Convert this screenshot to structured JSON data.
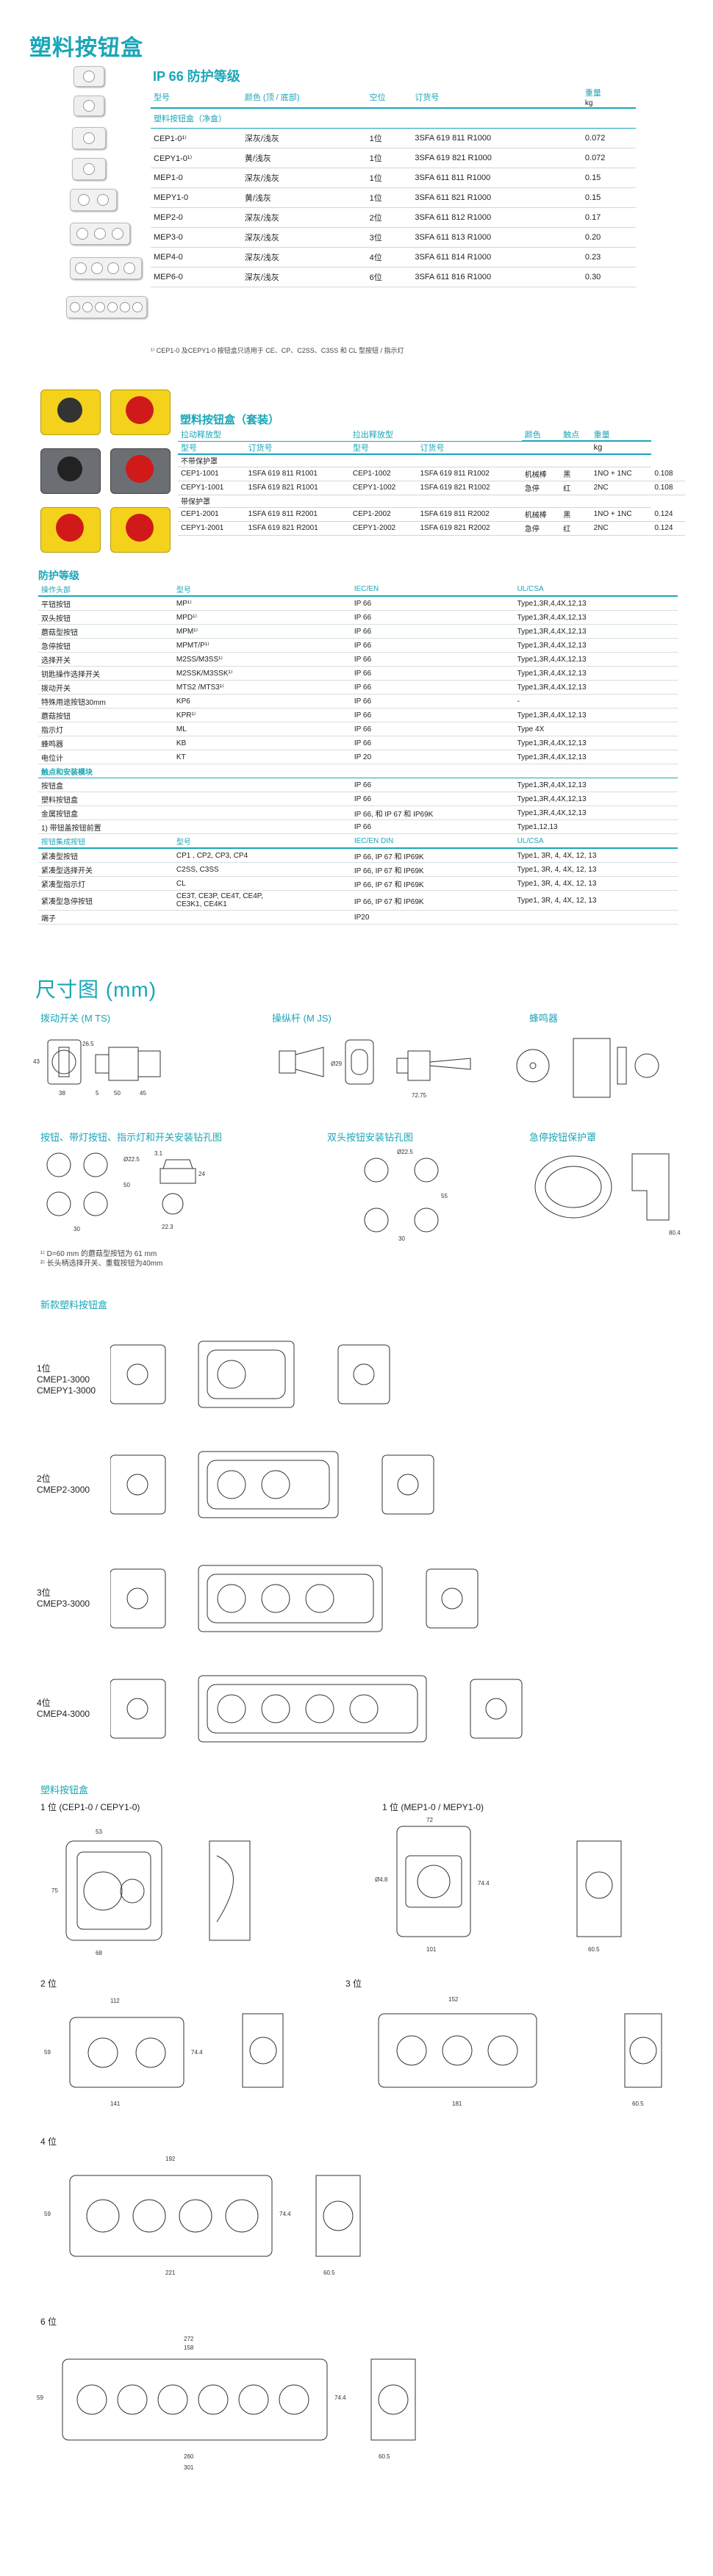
{
  "page_title": "塑料按钮盒",
  "ip66": {
    "heading": "IP 66 防护等级",
    "columns": [
      "型号",
      "颜色 (顶 / 底部)",
      "空位",
      "订货号",
      "重量"
    ],
    "weight_unit": "kg",
    "section": "塑料按钮盒（净盒）",
    "rows": [
      {
        "model": "CEP1-0¹⁾",
        "color": "深灰/浅灰",
        "pos": "1位",
        "order": "3SFA 619 811 R1000",
        "weight": "0.072"
      },
      {
        "model": "CEPY1-0¹⁾",
        "color": "黄/浅灰",
        "pos": "1位",
        "order": "3SFA 619 821 R1000",
        "weight": "0.072"
      },
      {
        "model": "MEP1-0",
        "color": "深灰/浅灰",
        "pos": "1位",
        "order": "3SFA 611 811 R1000",
        "weight": "0.15"
      },
      {
        "model": "MEPY1-0",
        "color": "黄/浅灰",
        "pos": "1位",
        "order": "3SFA 611 821 R1000",
        "weight": "0.15"
      },
      {
        "model": "MEP2-0",
        "color": "深灰/浅灰",
        "pos": "2位",
        "order": "3SFA 611 812 R1000",
        "weight": "0.17"
      },
      {
        "model": "MEP3-0",
        "color": "深灰/浅灰",
        "pos": "3位",
        "order": "3SFA 611 813 R1000",
        "weight": "0.20"
      },
      {
        "model": "MEP4-0",
        "color": "深灰/浅灰",
        "pos": "4位",
        "order": "3SFA 611 814 R1000",
        "weight": "0.23"
      },
      {
        "model": "MEP6-0",
        "color": "深灰/浅灰",
        "pos": "6位",
        "order": "3SFA 611 816 R1000",
        "weight": "0.30"
      }
    ],
    "footnote": "¹⁾ CEP1-0 及CEPY1-0 按钮盒只适用于 CE、CP、C2SS、C3SS 和 CL 型按钮 / 指示灯"
  },
  "kit": {
    "heading": "塑料按钮盒（套装）",
    "group1": "拉动释放型",
    "group2": "拉出释放型",
    "cols": [
      "型号",
      "订货号",
      "型号",
      "订货号",
      "颜色",
      "触点",
      "重量"
    ],
    "weight_unit": "kg",
    "sub1": "不带保护罩",
    "rows1": [
      [
        "CEP1-1001",
        "1SFA 619 811 R1001",
        "CEP1-1002",
        "1SFA 619 811 R1002",
        "机械棒",
        "黑",
        "1NO + 1NC",
        "0.108"
      ],
      [
        "CEPY1-1001",
        "1SFA 619 821 R1001",
        "CEPY1-1002",
        "1SFA 619 821 R1002",
        "急停",
        "红",
        "2NC",
        "0.108"
      ]
    ],
    "sub2": "带保护罩",
    "rows2": [
      [
        "CEP1-2001",
        "1SFA 619 811 R2001",
        "CEP1-2002",
        "1SFA 619 811 R2002",
        "机械棒",
        "黑",
        "1NO + 1NC",
        "0.124"
      ],
      [
        "CEPY1-2001",
        "1SFA 619 821 R2001",
        "CEPY1-2002",
        "1SFA 619 821 R2002",
        "急停",
        "红",
        "2NC",
        "0.124"
      ]
    ]
  },
  "protection": {
    "heading": "防护等级",
    "cols": [
      "操作头部",
      "型号",
      "IEC/EN",
      "UL/CSA"
    ],
    "rows": [
      [
        "平钮按钮",
        "MP¹⁾",
        "IP 66",
        "Type1,3R,4,4X,12,13"
      ],
      [
        "双头按钮",
        "MPD¹⁾",
        "IP 66",
        "Type1,3R,4,4X,12,13"
      ],
      [
        "蘑菇型按钮",
        "MPM¹⁾",
        "IP 66",
        "Type1,3R,4,4X,12,13"
      ],
      [
        "急停按钮",
        "MPMT/P¹⁾",
        "IP 66",
        "Type1,3R,4,4X,12,13"
      ],
      [
        "选择开关",
        "M2SS/M3SS¹⁾",
        "IP 66",
        "Type1,3R,4,4X,12,13"
      ],
      [
        "钥匙操作选择开关",
        "M2SSK/M3SSK¹⁾",
        "IP 66",
        "Type1,3R,4,4X,12,13"
      ],
      [
        "拨动开关",
        "MTS2 /MTS3¹⁾",
        "IP 66",
        "Type1,3R,4,4X,12,13"
      ],
      [
        "特殊用途按钮30mm",
        "KP6",
        "IP 66",
        "-"
      ],
      [
        "蘑菇按钮",
        "KPR¹⁾",
        "IP 66",
        "Type1,3R,4,4X,12,13"
      ],
      [
        "指示灯",
        "ML",
        "IP 66",
        "Type 4X"
      ],
      [
        "蜂鸣器",
        "KB",
        "IP 66",
        "Type1,3R,4,4X,12,13"
      ],
      [
        "电位计",
        "KT",
        "IP 20",
        "Type1,3R,4,4X,12,13"
      ]
    ],
    "group2": "触点和安装模块",
    "rows2": [
      [
        "按钮盒",
        "",
        "IP 66",
        "Type1,3R,4,4X,12,13"
      ],
      [
        "塑料按钮盒",
        "",
        "IP 66",
        "Type1,3R,4,4X,12,13"
      ],
      [
        "金属按钮盒",
        "",
        "IP 66, 和 IP 67 和 IP69K",
        "Type1,3R,4,4X,12,13"
      ],
      [
        "1) 带钮盖按钮前置",
        "",
        "IP 66",
        "Type1,12,13"
      ]
    ],
    "group3_cols": [
      "按钮集成按钮",
      "型号",
      "IEC/EN DIN",
      "UL/CSA"
    ],
    "rows3": [
      [
        "紧凑型按钮",
        "CP1 , CP2, CP3, CP4",
        "IP 66, IP 67 和 IP69K",
        "Type1, 3R, 4, 4X, 12, 13"
      ],
      [
        "紧凑型选择开关",
        "C2SS, C3SS",
        "IP 66, IP 67 和 IP69K",
        "Type1, 3R, 4, 4X, 12, 13"
      ],
      [
        "紧凑型指示灯",
        "CL",
        "IP 66, IP 67 和 IP69K",
        "Type1, 3R, 4, 4X, 12, 13"
      ],
      [
        "紧凑型急停按钮",
        "CE3T, CE3P, CE4T, CE4P,\nCE3K1, CE4K1",
        "IP 66, IP 67 和 IP69K",
        "Type1, 3R, 4, 4X, 12, 13"
      ],
      [
        "端子",
        "",
        "IP20",
        ""
      ]
    ]
  },
  "dims": {
    "heading": "尺寸图 (mm)",
    "d1": "拨动开关 (M TS)",
    "d2": "操纵杆 (M JS)",
    "d3": "蜂鸣器",
    "d4": "按钮、带灯按钮、指示灯和开关安装钻孔图",
    "d5": "双头按钮安装钻孔图",
    "d6": "急停按钮保护罩",
    "notes": [
      "¹⁾ D=60 mm 的蘑菇型按钮为 61 mm",
      "²⁾ 长头柄选择开关、重载按钮为40mm"
    ],
    "new_box": "新款塑料按钮盒",
    "boxes": [
      {
        "pos": "1位",
        "models": [
          "CMEP1-3000",
          "CMEPY1-3000"
        ]
      },
      {
        "pos": "2位",
        "models": [
          "CMEP2-3000"
        ]
      },
      {
        "pos": "3位",
        "models": [
          "CMEP3-3000"
        ]
      },
      {
        "pos": "4位",
        "models": [
          "CMEP4-3000"
        ]
      }
    ],
    "plastic_box": "塑料按钮盒",
    "p1": "1 位 (CEP1-0 / CEPY1-0)",
    "p2": "1 位 (MEP1-0 / MEPY1-0)",
    "p3": "2 位",
    "p4": "3 位",
    "p5": "4 位",
    "p6": "6 位"
  }
}
